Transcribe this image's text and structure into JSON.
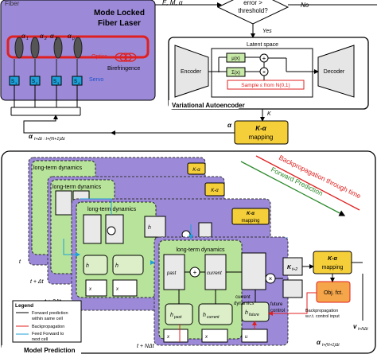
{
  "top": {
    "fiber_label": "Fiber",
    "laser_title": "Mode Locked",
    "laser_title2": "Fiber Laser",
    "optics": "Optics",
    "birefringence": "Birefringence",
    "servo": "Servo",
    "alpha_labels": [
      "α",
      "α",
      "α",
      "α"
    ],
    "alpha_subs": [
      "1",
      "2",
      "3",
      "p"
    ],
    "s_labels": [
      "S",
      "S",
      "S",
      "S"
    ],
    "s_subs": [
      "1",
      "2",
      "3",
      "4"
    ],
    "top_vars": "E, M, α",
    "decision": "error >",
    "decision2": "threshold?",
    "no": "No",
    "yes": "Yes"
  },
  "vae": {
    "title": "Variational Autoencoder",
    "latent": "Latent space",
    "encoder": "Encoder",
    "decoder": "Decoder",
    "mu": "μ(x)",
    "sigma": "Σ(x)",
    "sample": "Sample ε from N(0,1)",
    "k_label": "K",
    "alpha_label": "α"
  },
  "mapping": {
    "label1": "K-α",
    "label2": "mapping"
  },
  "output": {
    "alpha": "α",
    "alpha_sub": "t+Δt : t+(N+1)Δt"
  },
  "model": {
    "title": "Model Prediction",
    "ltd": "long-term dynamics",
    "time_labels": [
      "t",
      "t + Δt",
      "t + 2Δt",
      "t + NΔt"
    ],
    "backprop_text": "Backpropagation through time",
    "forward_text": "Forward Prediction",
    "obj": "Obj. fct.",
    "backprop_small": "Backpropagation",
    "backprop_small2": "w.r.t. control input",
    "future_control": "future",
    "future_control2": "control",
    "current_dyn": "current",
    "current_dyn2": "dynamics",
    "h_past": "h",
    "h_current": "h",
    "h_future": "h",
    "past": "past",
    "current": "current",
    "future": "future",
    "k_out": "K",
    "k_sub": "t+2",
    "v_out": "v",
    "v_sub": "t+NΔt",
    "alpha_out": "α",
    "alpha_out_sub": "t+(N+1)Δt"
  },
  "legend": {
    "title": "Legend",
    "items": [
      {
        "label": "Forward prediction",
        "label2": "within same cell",
        "color": "#000000"
      },
      {
        "label": "Backpropagation",
        "label2": "",
        "color": "#e02020"
      },
      {
        "label": "Feed Forward to",
        "label2": "next cell",
        "color": "#1ea0d8"
      }
    ]
  },
  "colors": {
    "purple": "#9c8ad8",
    "green_outer": "#b8e39a",
    "green_inner": "#dcefc9",
    "gray_cell": "#e9e9e9",
    "yellow": "#f5cf3a",
    "orange": "#f6a64a",
    "red": "#e02020",
    "blue": "#1ea0d8",
    "blue_bar": "#a8c8ec"
  }
}
